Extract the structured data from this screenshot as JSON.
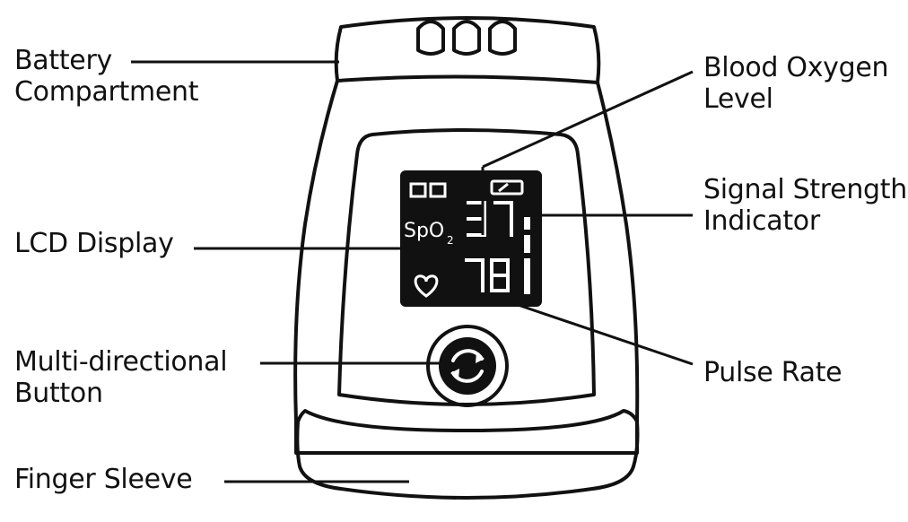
{
  "labels": {
    "battery_compartment": [
      "Battery",
      "Compartment"
    ],
    "lcd_display": "LCD Display",
    "multi_directional_button": [
      "Multi-directional",
      "Button"
    ],
    "finger_sleeve": "Finger Sleeve",
    "blood_oxygen_level": [
      "Blood Oxygen",
      "Level"
    ],
    "signal_strength_indicator": [
      "Signal Strength",
      "Indicator"
    ],
    "pulse_rate": "Pulse Rate"
  },
  "display": {
    "spo2_label": "SpO",
    "spo2_subscript": "2"
  },
  "colors": {
    "ink": "#111111",
    "screen": "#111111",
    "background": "#ffffff"
  }
}
